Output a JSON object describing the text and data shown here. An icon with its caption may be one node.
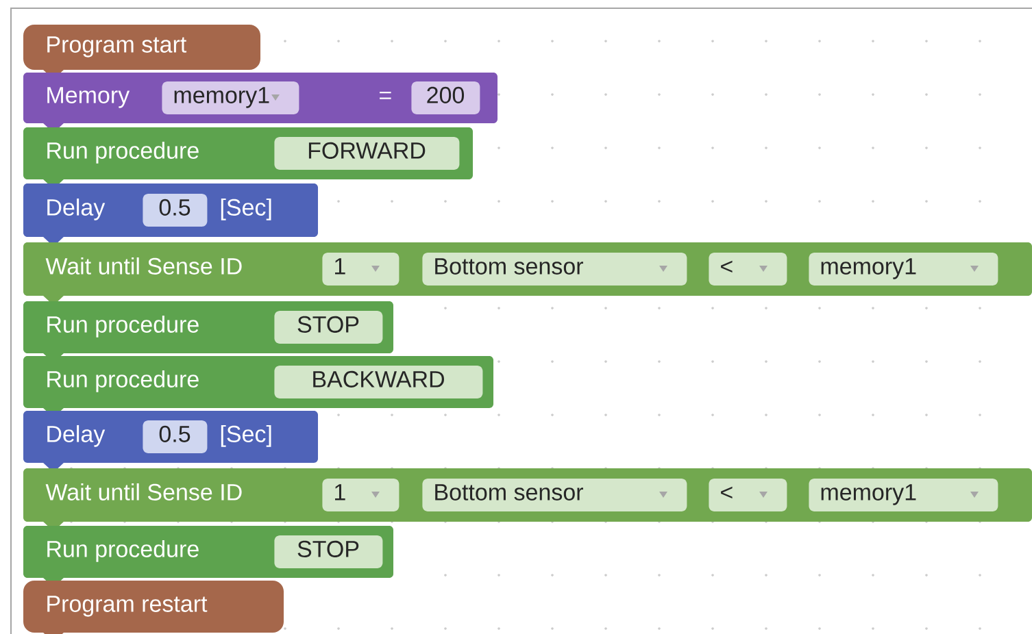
{
  "diagram": {
    "nodes": [
      {
        "text": [
          "Program start"
        ]
      },
      {
        "text": [
          "Memory",
          "="
        ]
      },
      {
        "text": [
          "memory1"
        ],
        "in": 1
      },
      {
        "text": [
          "200"
        ],
        "in": 1
      },
      {
        "text": [
          "Run procedure"
        ]
      },
      {
        "text": [
          "FORWARD"
        ],
        "in": 4
      },
      {
        "text": [
          "Delay",
          "[Sec]"
        ]
      },
      {
        "text": [
          "0.5"
        ],
        "in": 6
      },
      {
        "text": [
          "Wait until Sense ID"
        ]
      },
      {
        "text": [
          "1"
        ],
        "in": 8
      },
      {
        "text": [
          "Bottom sensor"
        ],
        "in": 8
      },
      {
        "text": [
          "<"
        ],
        "in": 8
      },
      {
        "text": [
          "memory1"
        ],
        "in": 8
      },
      {
        "text": [
          "Run procedure"
        ]
      },
      {
        "text": [
          "STOP"
        ],
        "in": 13
      },
      {
        "text": [
          "Run procedure"
        ]
      },
      {
        "text": [
          "BACKWARD"
        ],
        "in": 15
      },
      {
        "text": [
          "Delay",
          "[Sec]"
        ]
      },
      {
        "text": [
          "0.5"
        ],
        "in": 17
      },
      {
        "text": [
          "Wait until Sense ID"
        ]
      },
      {
        "text": [
          "1"
        ],
        "in": 19
      },
      {
        "text": [
          "Bottom sensor"
        ],
        "in": 19
      },
      {
        "text": [
          "<"
        ],
        "in": 19
      },
      {
        "text": [
          "memory1"
        ],
        "in": 19
      },
      {
        "text": [
          "Run procedure"
        ]
      },
      {
        "text": [
          "STOP"
        ],
        "in": 24
      },
      {
        "text": [
          "Program restart"
        ]
      }
    ]
  }
}
